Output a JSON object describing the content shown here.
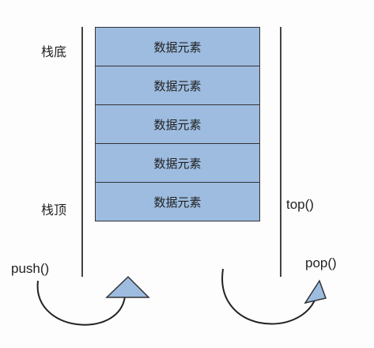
{
  "labels": {
    "stack_bottom": "栈底",
    "stack_top": "栈顶",
    "top_fn": "top()",
    "push_fn": "push()",
    "pop_fn": "pop()"
  },
  "cells": [
    "数据元素",
    "数据元素",
    "数据元素",
    "数据元素",
    "数据元素"
  ],
  "colors": {
    "cell_fill": "#9dbce0",
    "outline": "#333333"
  }
}
